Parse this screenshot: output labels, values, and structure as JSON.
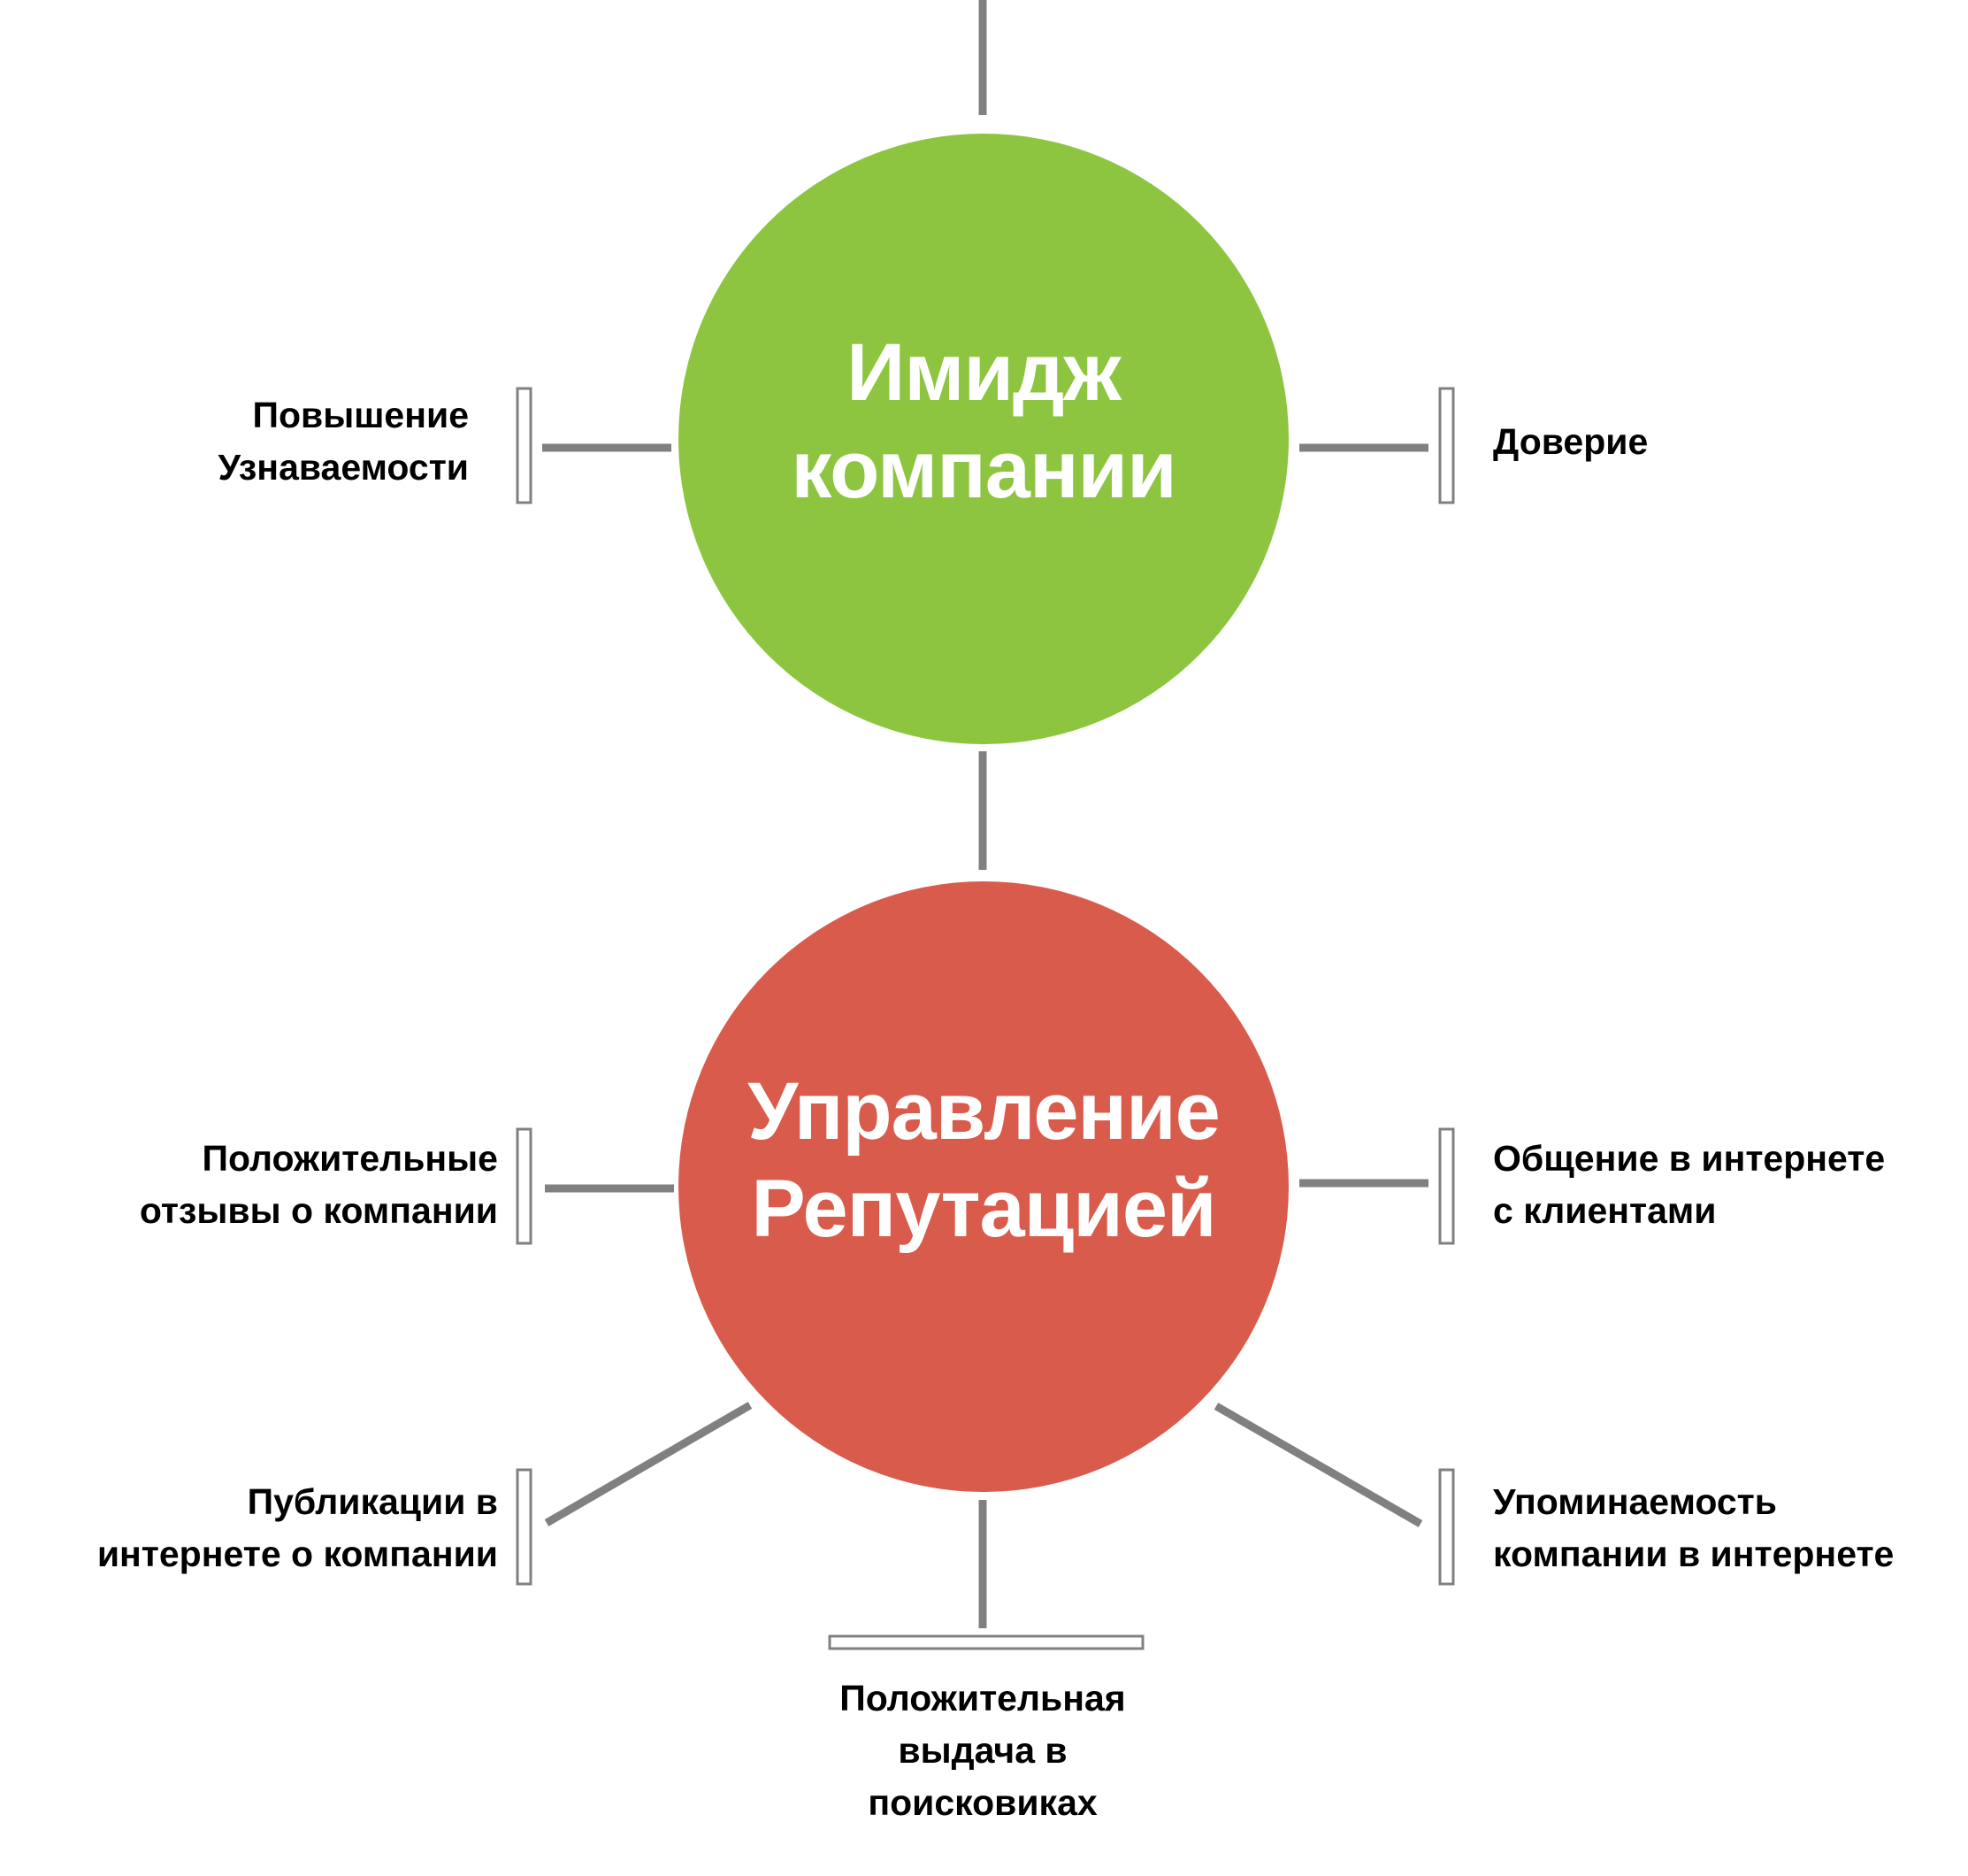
{
  "colors": {
    "image_circle": "#8dc540",
    "reputation_circle": "#d95b4c",
    "connector": "#808080",
    "label_text": "#000000",
    "circle_text": "#ffffff"
  },
  "nodes": {
    "image": {
      "lines": [
        "Имидж",
        "компании"
      ]
    },
    "reputation": {
      "lines": [
        "Управление",
        "Репутацией"
      ]
    }
  },
  "labels": {
    "image_left": {
      "lines": [
        "Повышение",
        "Узнаваемости"
      ]
    },
    "image_right": {
      "lines": [
        "Доверие"
      ]
    },
    "rep_left": {
      "lines": [
        "Положительные",
        "отзывы о компании"
      ]
    },
    "rep_right": {
      "lines": [
        "Общение в интернете",
        "с клиентами"
      ]
    },
    "rep_lower_left": {
      "lines": [
        "Публикации в",
        "интернете о компании"
      ]
    },
    "rep_lower_right": {
      "lines": [
        "Упоминаемость",
        "компании в интернете"
      ]
    },
    "rep_bottom": {
      "lines": [
        "Положительная",
        "выдача в",
        "поисковиках"
      ]
    }
  }
}
